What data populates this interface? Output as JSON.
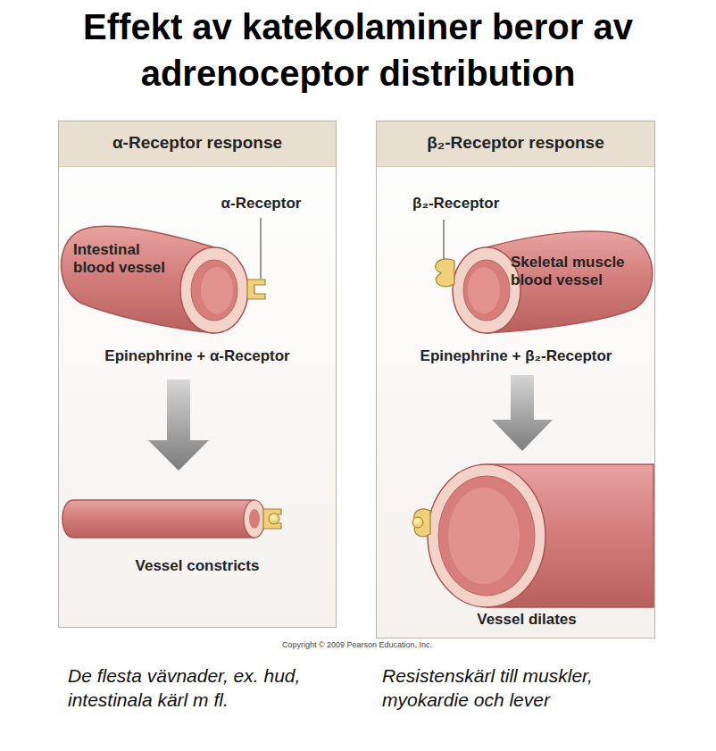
{
  "diagram": {
    "title": "Effekt av katekolaminer beror av adrenoceptor distribution",
    "nodes": [
      {
        "text": [
          "α-Receptor response"
        ]
      },
      {
        "text": [
          "β₂-Receptor response"
        ]
      }
    ],
    "labels": [
      "α-Receptor",
      "Intestinal blood vessel",
      "Epinephrine + α-Receptor",
      "Vessel constricts",
      "β₂-Receptor",
      "Skeletal muscle blood vessel",
      "Epinephrine + β₂-Receptor",
      "Vessel dilates",
      "Copyright © 2009 Pearson Education, Inc.",
      "De flesta vävnader, ex. hud, intestinala kärl m fl.",
      "Resistenskärl till muskler, myokardie och lever"
    ]
  }
}
